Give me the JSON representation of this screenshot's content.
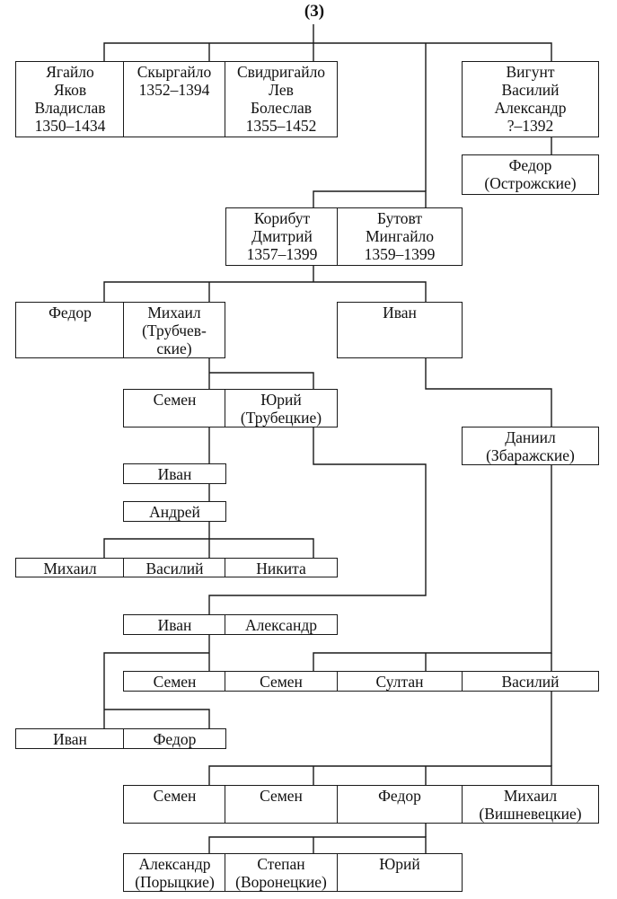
{
  "title": "(3)",
  "people": [
    "Ягайло\nЯков\nВладислав\n1350–1434",
    "Скыргайло\n1352–1394",
    "Свидригайло\nЛев\nБолеслав\n1355–1452",
    "Вигунт\nВасилий\nАлександр\n?–1392",
    "Федор\n(Острожские)",
    "Корибут\nДмитрий\n1357–1399",
    "Бутовт\nМингайло\n1359–1399",
    "Федор",
    "Михаил\n(Трубчев-\nские)",
    "Иван",
    "Семен",
    "Юрий\n(Трубецкие)",
    "Иван",
    "Андрей",
    "Даниил\n(Збаражские)",
    "Михаил",
    "Василий",
    "Никита",
    "Иван",
    "Александр",
    "Семен",
    "Семен",
    "Султан",
    "Василий",
    "Иван",
    "Федор",
    "Семен",
    "Семен",
    "Федор",
    "Михаил\n(Вишневецкие)",
    "Александр\n(Порыцкие)",
    "Степан\n(Воронецкие)",
    "Юрий"
  ]
}
